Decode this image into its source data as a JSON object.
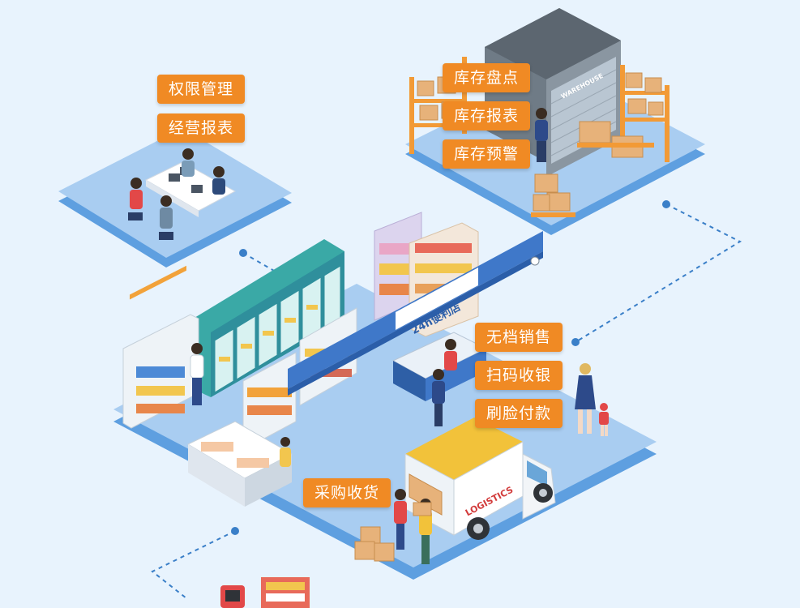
{
  "colors": {
    "background": "#e8f3fd",
    "platform_top": "#a9cdf1",
    "platform_side": "#5e9fe0",
    "tag_bg": "#f08a24",
    "tag_text": "#ffffff",
    "dash_line": "#3a7fc8"
  },
  "office": {
    "tags": [
      "权限管理",
      "经营报表"
    ]
  },
  "warehouse": {
    "sign": "WAREHOUSE",
    "tags": [
      "库存盘点",
      "库存报表",
      "库存预警"
    ]
  },
  "store": {
    "banner": "24h便利店",
    "tags": [
      "无档销售",
      "扫码收银",
      "刷脸付款"
    ]
  },
  "truck": {
    "sign": "LOGISTICS"
  },
  "receiving": {
    "tag": "采购收货"
  }
}
